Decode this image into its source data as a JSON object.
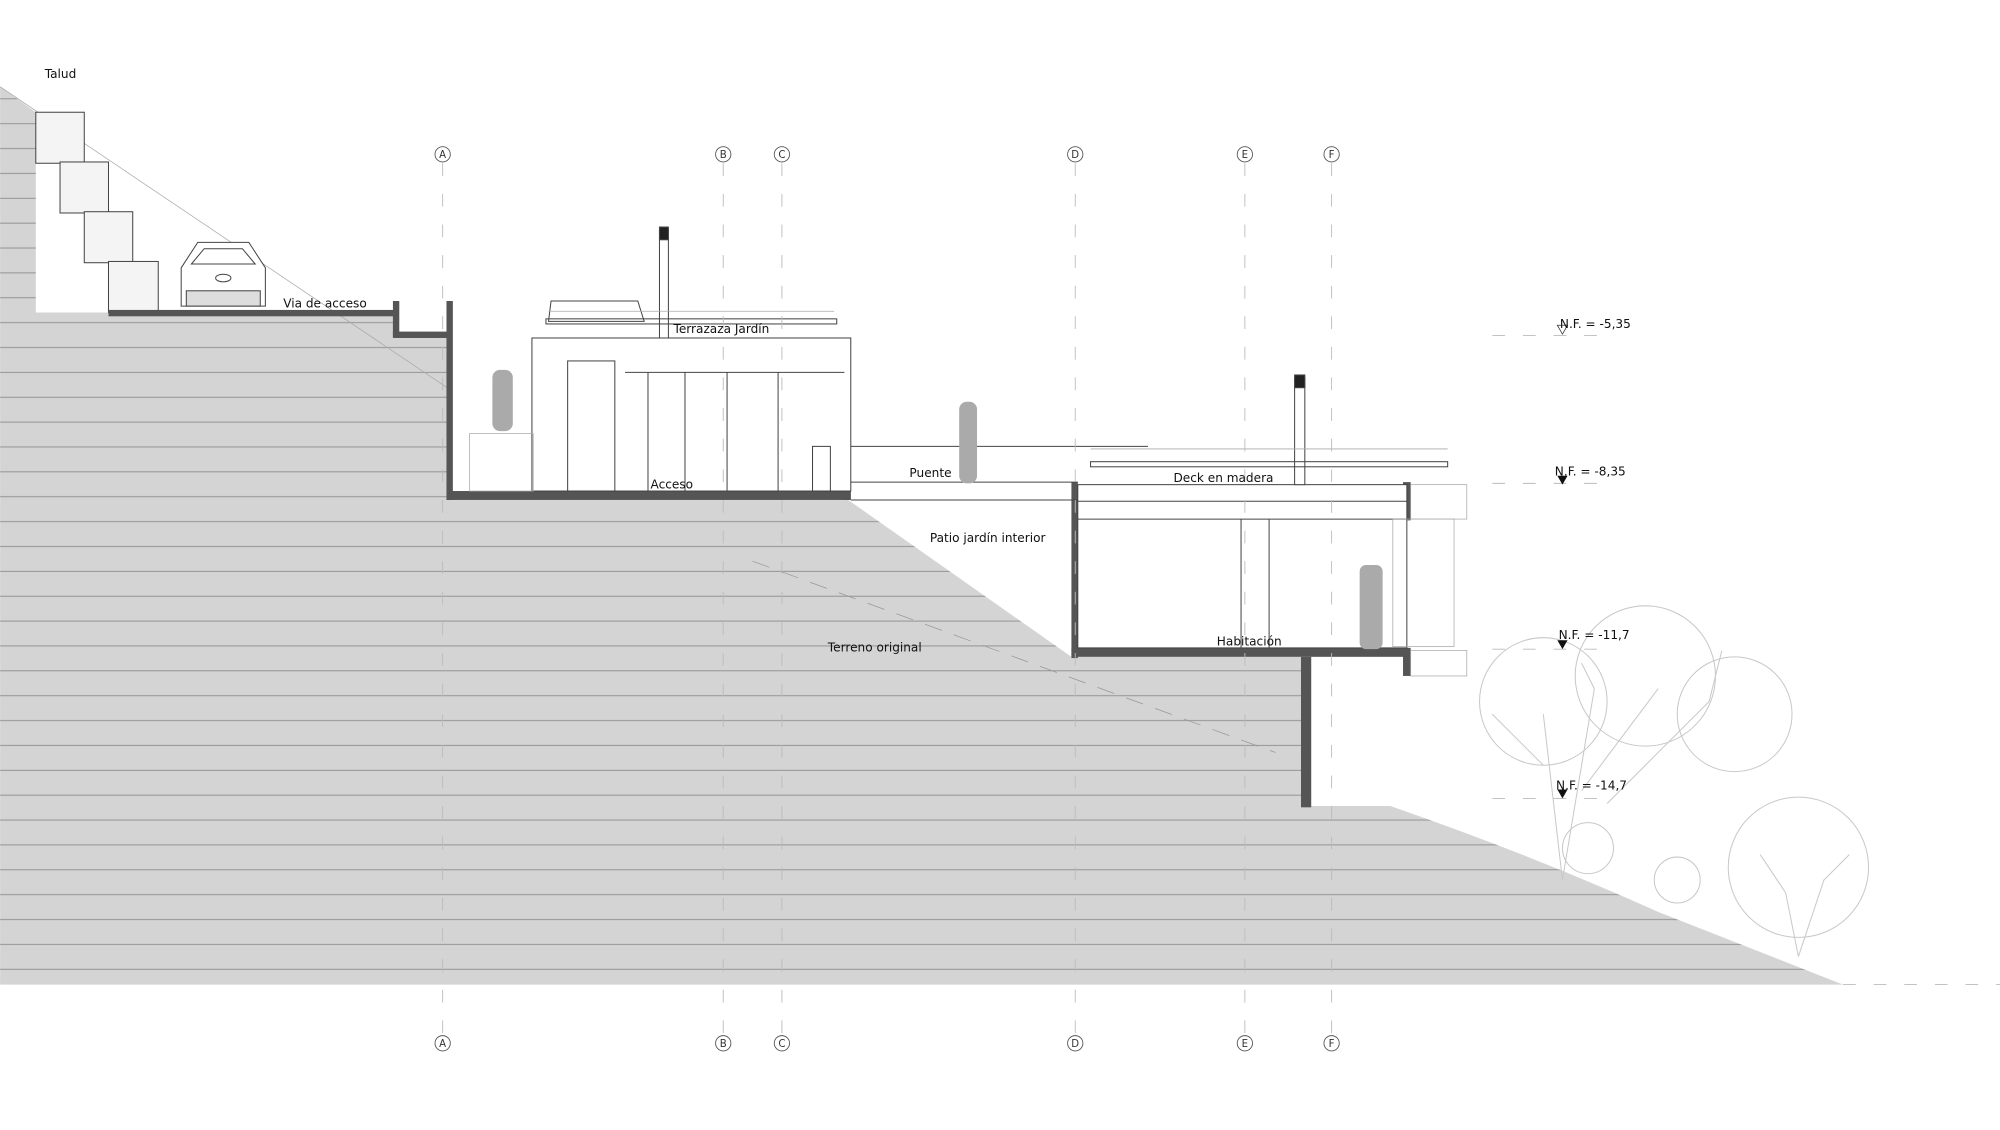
{
  "title_label": "Talud",
  "grid_axes": [
    "A",
    "B",
    "C",
    "D",
    "E",
    "F"
  ],
  "labels": {
    "via": "Via de acceso",
    "terraza": "Terrazaza Jardín",
    "acceso": "Acceso",
    "puente": "Puente",
    "deck": "Deck en madera",
    "patio": "Patio jardín interior",
    "terreno": "Terreno original",
    "habitacion": "Habitación"
  },
  "levels": [
    "N.F. = -5,35",
    "N.F. = -8,35",
    "N.F. = -11,7",
    "N.F. = -14,7"
  ],
  "colors": {
    "ground": "#d4d4d4",
    "wall": "#555555",
    "grid": "#bbbbbb"
  }
}
